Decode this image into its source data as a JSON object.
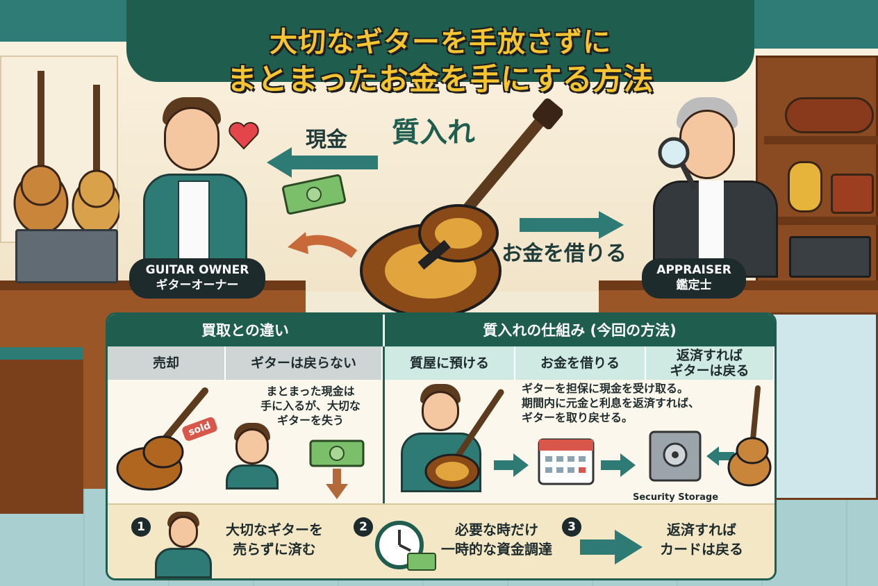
{
  "title": {
    "line1": "大切なギターを手放さずに",
    "line2": "まとまったお金を手にする方法"
  },
  "scene": {
    "cash_label": "現金",
    "pawn_label": "質入れ",
    "borrow_label": "お金を借りる",
    "owner": {
      "en": "GUITAR OWNER",
      "ja": "ギターオーナー"
    },
    "appraiser": {
      "en": "APPRAISER",
      "ja": "鑑定士"
    }
  },
  "comparison": {
    "header": "買取との違い",
    "sub_left": "売却",
    "sub_right": "ギターは戻らない",
    "sold_tag": "sold",
    "description": [
      "まとまった現金は",
      "手に入るが、大切な",
      "ギターを失う"
    ]
  },
  "mechanism": {
    "header": "質入れの仕組み (今回の方法)",
    "steps": [
      "質屋に預ける",
      "お金を借りる",
      "返済すれば\nギターは戻る"
    ],
    "description": [
      "ギターを担保に現金を受け取る。",
      "期間内に元金と利息を返済すれば、",
      "ギターを取り戻せる。"
    ],
    "storage_label": "Security Storage"
  },
  "benefits": [
    {
      "num": "1",
      "text": [
        "大切なギターを",
        "売らずに済む"
      ]
    },
    {
      "num": "2",
      "text": [
        "必要な時だけ",
        "一時的な資金調達"
      ]
    },
    {
      "num": "3",
      "text": [
        "返済すれば",
        "カードは戻る"
      ]
    }
  ],
  "colors": {
    "primary": "#1f5e4f",
    "accent": "#2e7a75",
    "title_text": "#f4c531",
    "money": "#7bbf6a",
    "wood": "#9b5628"
  },
  "icons": [
    "guitar-icon",
    "dollar-bill-icon",
    "calendar-icon",
    "safe-icon",
    "clock-icon",
    "arrow-right-icon",
    "arrow-down-icon",
    "heart-icon",
    "magnifier-icon"
  ]
}
